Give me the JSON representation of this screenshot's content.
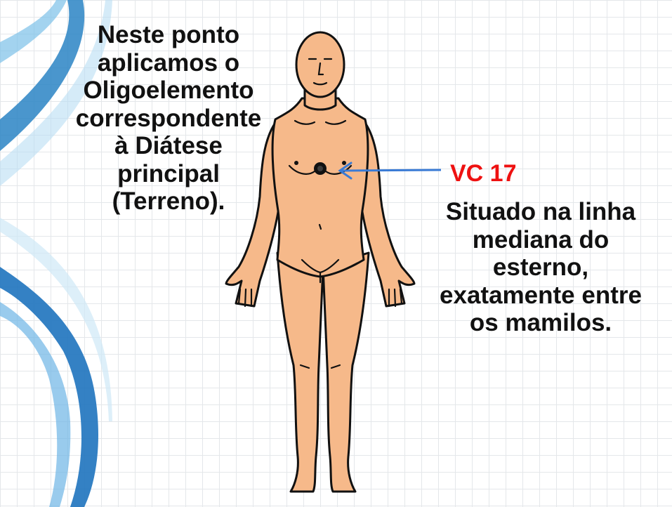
{
  "left_text": {
    "lines": [
      "Neste ponto",
      "aplicamos o",
      "Oligoelemento",
      "correspondente",
      "à Diátese",
      "principal",
      "(Terreno)."
    ]
  },
  "point_label": "VC 17",
  "right_text": {
    "lines": [
      "Situado na linha",
      "mediana do",
      "esterno,",
      "exatamente entre",
      "os mamilos."
    ]
  },
  "colors": {
    "point_label": "#ee1111",
    "arrow": "#3a7bd5",
    "skin": "#f6b98a",
    "outline": "#111111",
    "swirl_blue": "#1e73be"
  },
  "icons": [
    "swirl-decoration",
    "human-figure",
    "acupoint-marker",
    "arrow-icon"
  ]
}
